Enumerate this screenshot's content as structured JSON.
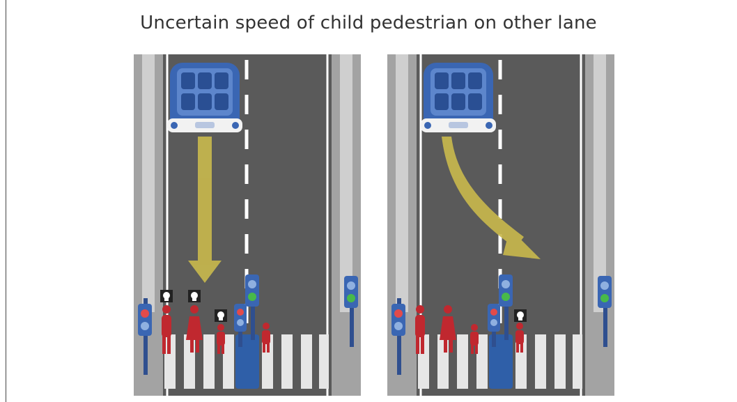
{
  "title": "Uncertain speed of child pedestrian on other lane",
  "colors": {
    "sidewalk": "#9b9b9b",
    "road": "#5a5a5a",
    "lane_mark": "#ffffff",
    "car": "#3a66b3",
    "car_dark": "#21427f",
    "arrow": "#c9b94c",
    "pedestrian": "#c0282f",
    "skull_bg": "#222222",
    "signal_pole": "#2f4f8f",
    "signal_red": "#e24b4b",
    "signal_green": "#48b94a"
  },
  "scenarios": [
    {
      "id": "stay",
      "path": "straight",
      "victims": "left-lane",
      "icons": [
        "car-icon",
        "arrow-straight-icon",
        "skull-icon",
        "pedestrian-icon",
        "traffic-light-icon"
      ]
    },
    {
      "id": "swerve",
      "path": "swerve",
      "victims": "right-lane",
      "icons": [
        "car-icon",
        "arrow-curve-icon",
        "skull-icon",
        "pedestrian-icon",
        "traffic-light-icon"
      ]
    }
  ]
}
